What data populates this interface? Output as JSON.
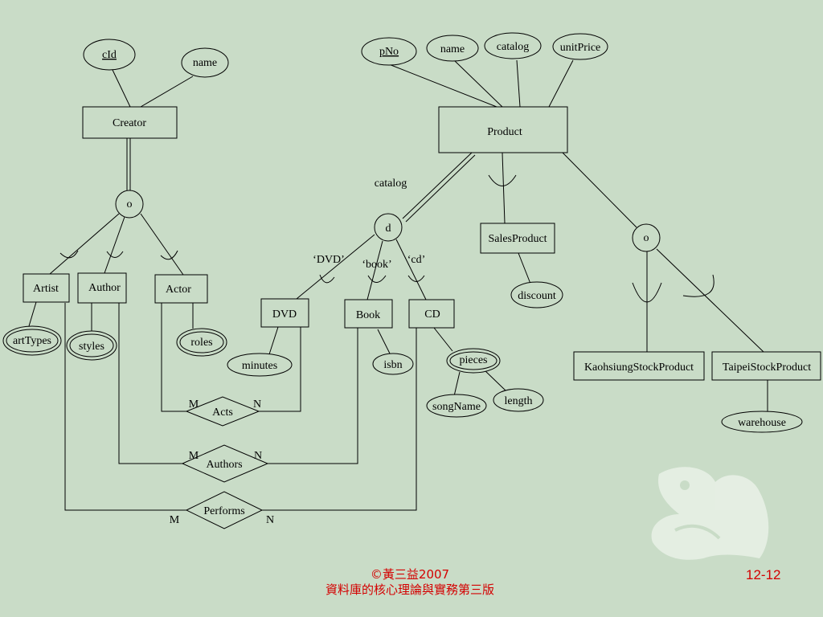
{
  "diagram": {
    "entities": {
      "creator": "Creator",
      "product": "Product",
      "artist": "Artist",
      "author": "Author",
      "actor": "Actor",
      "dvd": "DVD",
      "book": "Book",
      "cd": "CD",
      "sales_product": "SalesProduct",
      "kaohsiung_stock_product": "KaohsiungStockProduct",
      "taipei_stock_product": "TaipeiStockProduct"
    },
    "attributes": {
      "cid": "cId",
      "creator_name": "name",
      "pno": "pNo",
      "product_name": "name",
      "product_catalog": "catalog",
      "unit_price": "unitPrice",
      "art_types": "artTypes",
      "styles": "styles",
      "roles": "roles",
      "minutes": "minutes",
      "isbn": "isbn",
      "pieces": "pieces",
      "song_name": "songName",
      "length": "length",
      "discount": "discount",
      "warehouse": "warehouse"
    },
    "specializations": {
      "creator_constraint": "o",
      "product_constraint": "d",
      "stock_constraint": "o",
      "discriminator": "catalog",
      "dvd_value": "‘DVD’",
      "book_value": "‘book’",
      "cd_value": "‘cd’"
    },
    "relationships": {
      "acts": {
        "name": "Acts",
        "left_card": "M",
        "right_card": "N"
      },
      "authors": {
        "name": "Authors",
        "left_card": "M",
        "right_card": "N"
      },
      "performs": {
        "name": "Performs",
        "left_card": "M",
        "right_card": "N"
      }
    }
  },
  "footer": {
    "copyright": "©黃三益2007",
    "book_title": "資料庫的核心理論與實務第三版",
    "page_number": "12-12"
  },
  "colors": {
    "background": "#c9dcc7",
    "footer_text": "#d40000",
    "ornament": "#ffffff"
  }
}
